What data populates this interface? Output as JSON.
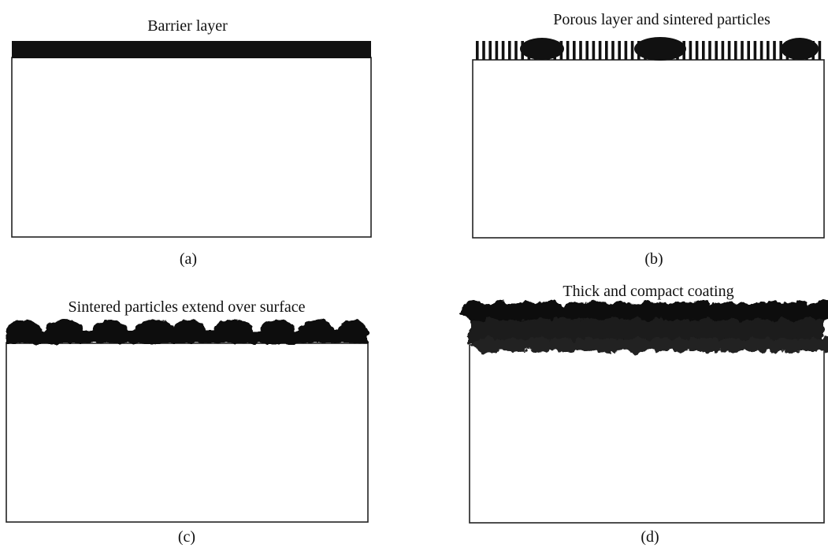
{
  "panels": [
    {
      "id": "a",
      "title": "Barrier layer",
      "caption": "(a)"
    },
    {
      "id": "b",
      "title": "Porous layer and sintered particles",
      "caption": "(b)"
    },
    {
      "id": "c",
      "title": "Sintered particles extend over surface",
      "caption": "(c)"
    },
    {
      "id": "d",
      "title": "Thick and compact coating",
      "caption": "(d)"
    }
  ]
}
